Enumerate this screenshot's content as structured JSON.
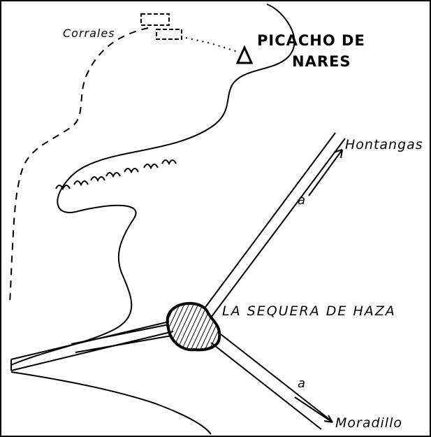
{
  "labels": {
    "peak": "PICACHO DE",
    "peak_line2": "NARES",
    "corrales": "Corrales",
    "hontangas": "Hontangas",
    "town": "LA SEQUERA DE HAZA",
    "moradillo": "Moradillo",
    "road_letter_upper": "a",
    "road_letter_lower": "a"
  },
  "colors": {
    "ink": "#000000",
    "paper": "#ffffff"
  },
  "icons": {
    "peak_symbol": "triangle-peak-icon",
    "corrales_symbol": "building-outline-icon",
    "town_symbol": "hatched-settlement-icon",
    "vegetation": "shrub-icon"
  }
}
